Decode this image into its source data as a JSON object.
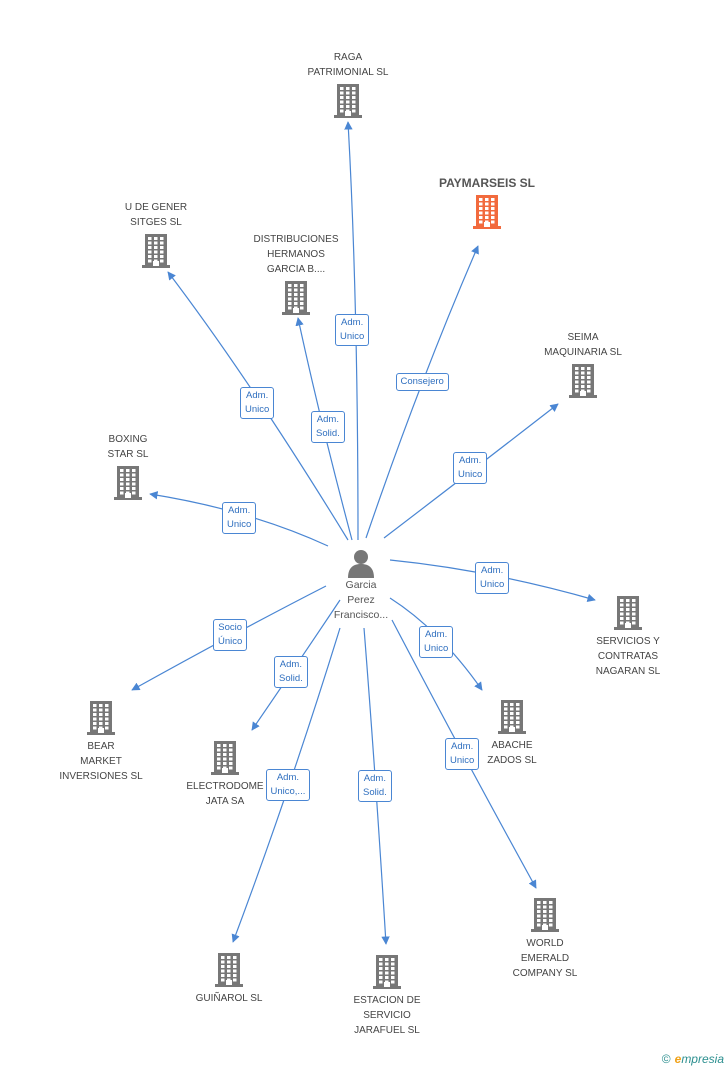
{
  "colors": {
    "edge": "#4a86d3",
    "building": "#777777",
    "building_highlight": "#f26a3d",
    "person": "#777777"
  },
  "center": {
    "label": "Garcia\nPerez\nFrancisco..."
  },
  "nodes": [
    {
      "id": "raga",
      "label": "RAGA\nPATRIMONIAL SL",
      "highlight": false
    },
    {
      "id": "paymarseis",
      "label": "PAYMARSEIS SL",
      "highlight": true
    },
    {
      "id": "ujdegener",
      "label": "U DE GENER\nSITGES SL",
      "highlight": false
    },
    {
      "id": "distribuciones",
      "label": "DISTRIBUCIONES\nHERMANOS\nGARCIA B....",
      "highlight": false
    },
    {
      "id": "seima",
      "label": "SEIMA\nMAQUINARIA SL",
      "highlight": false
    },
    {
      "id": "boxing",
      "label": "BOXING\nSTAR  SL",
      "highlight": false
    },
    {
      "id": "servicios",
      "label": "SERVICIOS Y\nCONTRATAS\nNAGARAN SL",
      "highlight": false
    },
    {
      "id": "bear",
      "label": "BEAR\nMARKET\nINVERSIONES SL",
      "highlight": false
    },
    {
      "id": "abache",
      "label": "ABACHE\nZADOS SL",
      "highlight": false
    },
    {
      "id": "electrodome",
      "label": "ELECTRODOME\nJATA SA",
      "highlight": false
    },
    {
      "id": "world",
      "label": "WORLD\nEMERALD\nCOMPANY SL",
      "highlight": false
    },
    {
      "id": "guinarol",
      "label": "GUIÑAROL SL",
      "highlight": false
    },
    {
      "id": "estacion",
      "label": "ESTACION DE\nSERVICIO\nJARAFUEL SL",
      "highlight": false
    }
  ],
  "edges": [
    {
      "to": "raga",
      "label": "Adm.\nUnico"
    },
    {
      "to": "paymarseis",
      "label": "Consejero"
    },
    {
      "to": "ujdegener",
      "label": "Adm.\nUnico"
    },
    {
      "to": "distribuciones",
      "label": "Adm.\nSolid."
    },
    {
      "to": "seima",
      "label": "Adm.\nUnico"
    },
    {
      "to": "boxing",
      "label": "Adm.\nUnico"
    },
    {
      "to": "servicios",
      "label": "Adm.\nUnico"
    },
    {
      "to": "bear",
      "label": "Socio\nÚnico"
    },
    {
      "to": "electrodome",
      "label": "Adm.\nSolid."
    },
    {
      "to": "abache",
      "label": "Adm.\nUnico"
    },
    {
      "to": "world",
      "label": "Adm.\nUnico"
    },
    {
      "to": "guinarol",
      "label": "Adm.\nUnico,..."
    },
    {
      "to": "estacion",
      "label": "Adm.\nSolid."
    }
  ],
  "brand": {
    "copyright": "©",
    "e": "e",
    "rest": "mpresia"
  }
}
